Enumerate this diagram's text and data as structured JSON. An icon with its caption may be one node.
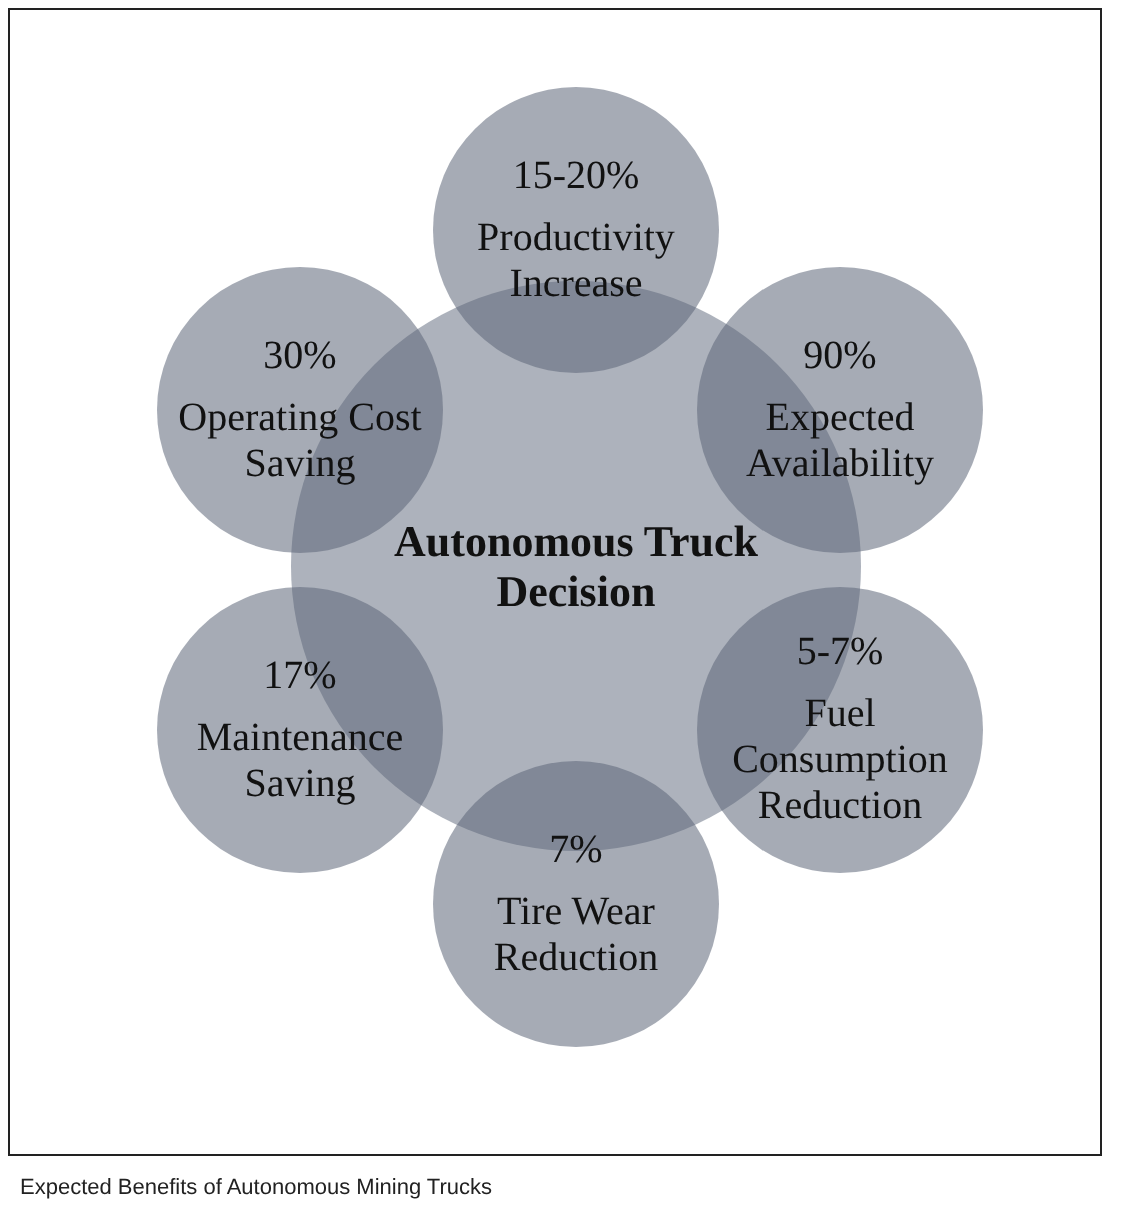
{
  "diagram": {
    "caption": "Expected Benefits of Autonomous Mining Trucks",
    "nodes": [
      {
        "text": [
          "Autonomous Truck Decision"
        ]
      },
      {
        "text": [
          "15-20%",
          "Productivity Increase"
        ]
      },
      {
        "text": [
          "90%",
          "Expected Availability"
        ]
      },
      {
        "text": [
          "5-7%",
          "Fuel Consumption Reduction"
        ]
      },
      {
        "text": [
          "7%",
          "Tire Wear Reduction"
        ]
      },
      {
        "text": [
          "17%",
          "Maintenance Saving"
        ]
      },
      {
        "text": [
          "30%",
          "Operating Cost Saving"
        ]
      }
    ]
  }
}
